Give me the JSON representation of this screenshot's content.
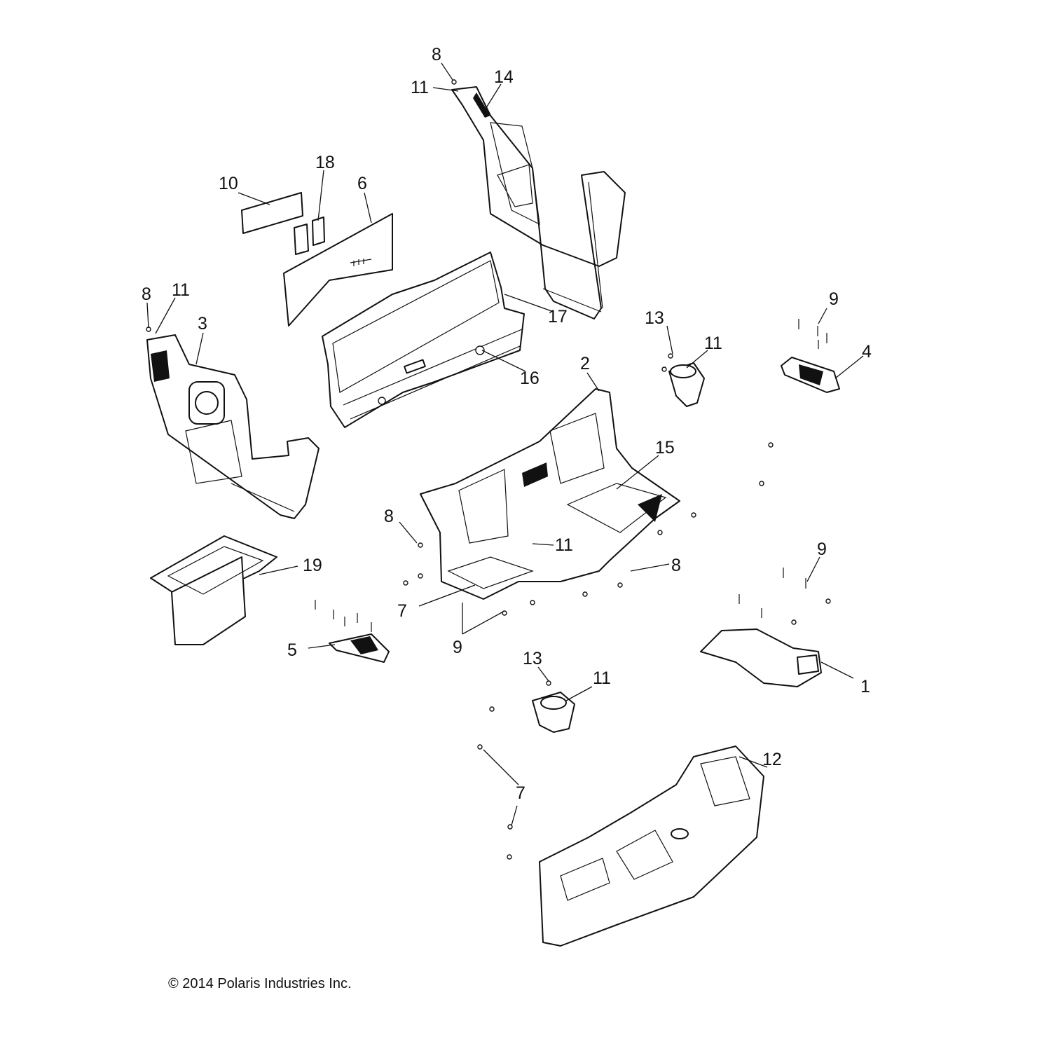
{
  "diagram": {
    "callouts": [
      "8",
      "11",
      "14",
      "18",
      "10",
      "6",
      "8",
      "11",
      "3",
      "17",
      "16",
      "13",
      "11",
      "9",
      "4",
      "2",
      "15",
      "8",
      "11",
      "8",
      "19",
      "9",
      "7",
      "9",
      "5",
      "13",
      "11",
      "1",
      "12",
      "7"
    ],
    "copyright": "© 2014 Polaris Industries Inc."
  }
}
